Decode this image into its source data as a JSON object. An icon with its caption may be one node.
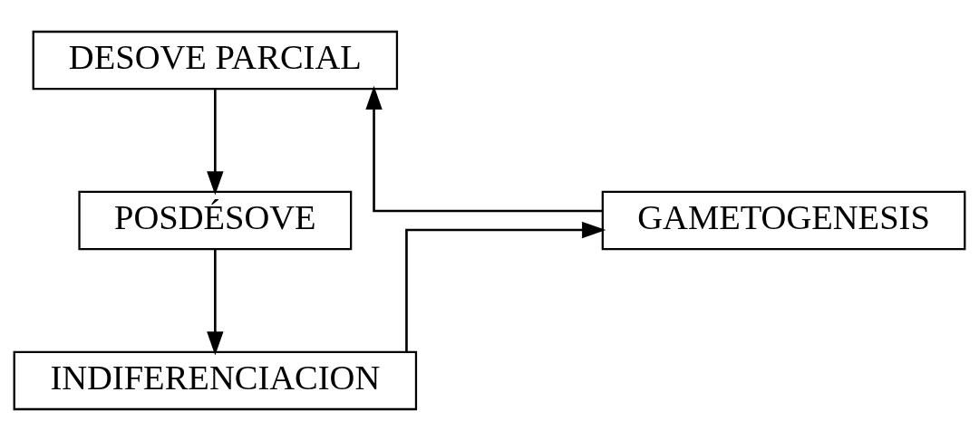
{
  "diagram": {
    "nodes": [
      {
        "text": [
          "DESOVE PARCIAL"
        ]
      },
      {
        "text": [
          "GAMETOGENESIS"
        ]
      },
      {
        "text": [
          "POSDÉSOVE"
        ]
      },
      {
        "text": [
          "INDIFERENCIACION"
        ]
      }
    ],
    "edges": [
      {
        "from": 0,
        "to": 2,
        "arrow": "to"
      },
      {
        "from": 2,
        "to": 3,
        "arrow": "to"
      },
      {
        "from": 3,
        "to": 1,
        "arrow": "to"
      },
      {
        "from": 1,
        "to": 0,
        "arrow": "to"
      }
    ]
  }
}
